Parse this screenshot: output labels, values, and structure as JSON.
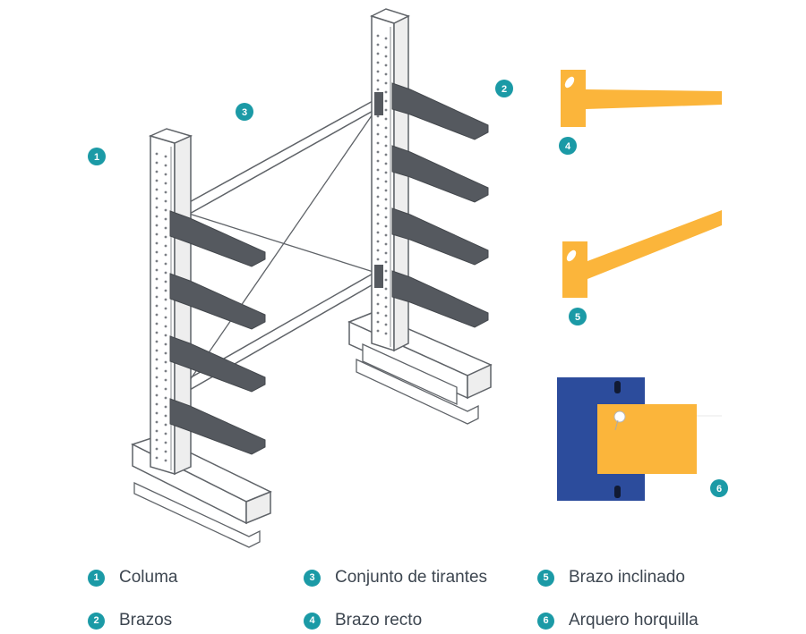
{
  "colors": {
    "badge": "#1b9aa6",
    "arm_orange": "#fbb53b",
    "column_blue": "#2c4c9c",
    "steel_dark": "#55595f",
    "outline": "#5f6368"
  },
  "callouts": [
    {
      "id": "1",
      "label": "Columa"
    },
    {
      "id": "2",
      "label": "Brazos"
    },
    {
      "id": "3",
      "label": "Conjunto de tirantes"
    },
    {
      "id": "4",
      "label": "Brazo recto"
    },
    {
      "id": "5",
      "label": "Brazo inclinado"
    },
    {
      "id": "6",
      "label": "Arquero horquilla"
    }
  ]
}
